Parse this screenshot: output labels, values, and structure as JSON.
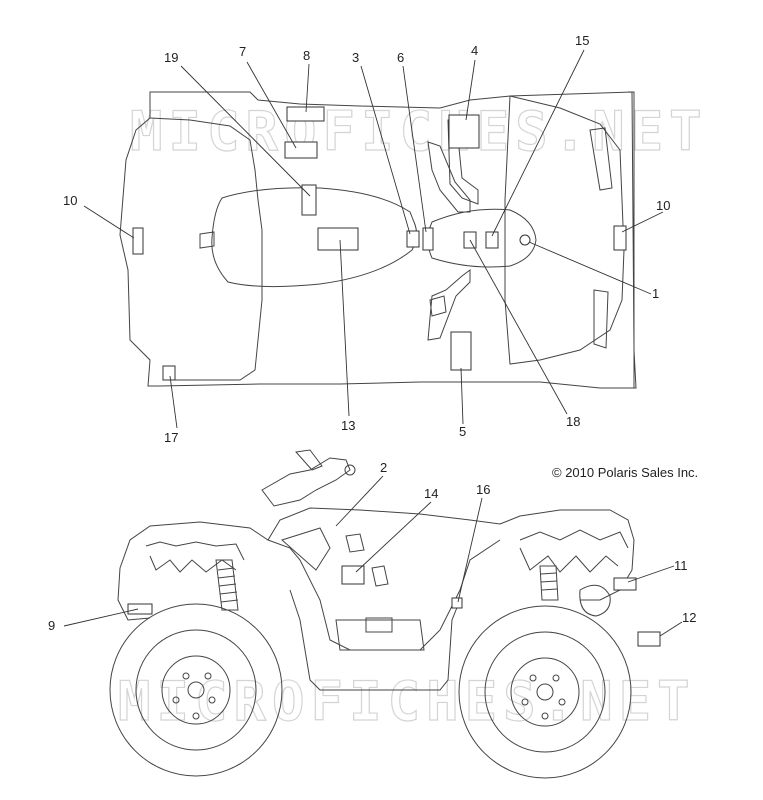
{
  "copyright": "© 2010 Polaris Sales Inc.",
  "watermark": "MICROFICHES.NET",
  "callouts": [
    {
      "id": "c19",
      "label": "19"
    },
    {
      "id": "c7",
      "label": "7"
    },
    {
      "id": "c8",
      "label": "8"
    },
    {
      "id": "c3",
      "label": "3"
    },
    {
      "id": "c6",
      "label": "6"
    },
    {
      "id": "c4",
      "label": "4"
    },
    {
      "id": "c15",
      "label": "15"
    },
    {
      "id": "c10a",
      "label": "10"
    },
    {
      "id": "c10b",
      "label": "10"
    },
    {
      "id": "c1",
      "label": "1"
    },
    {
      "id": "c13",
      "label": "13"
    },
    {
      "id": "c5",
      "label": "5"
    },
    {
      "id": "c18",
      "label": "18"
    },
    {
      "id": "c17",
      "label": "17"
    },
    {
      "id": "c2",
      "label": "2"
    },
    {
      "id": "c14",
      "label": "14"
    },
    {
      "id": "c16",
      "label": "16"
    },
    {
      "id": "c11",
      "label": "11"
    },
    {
      "id": "c9",
      "label": "9"
    },
    {
      "id": "c12",
      "label": "12"
    }
  ]
}
